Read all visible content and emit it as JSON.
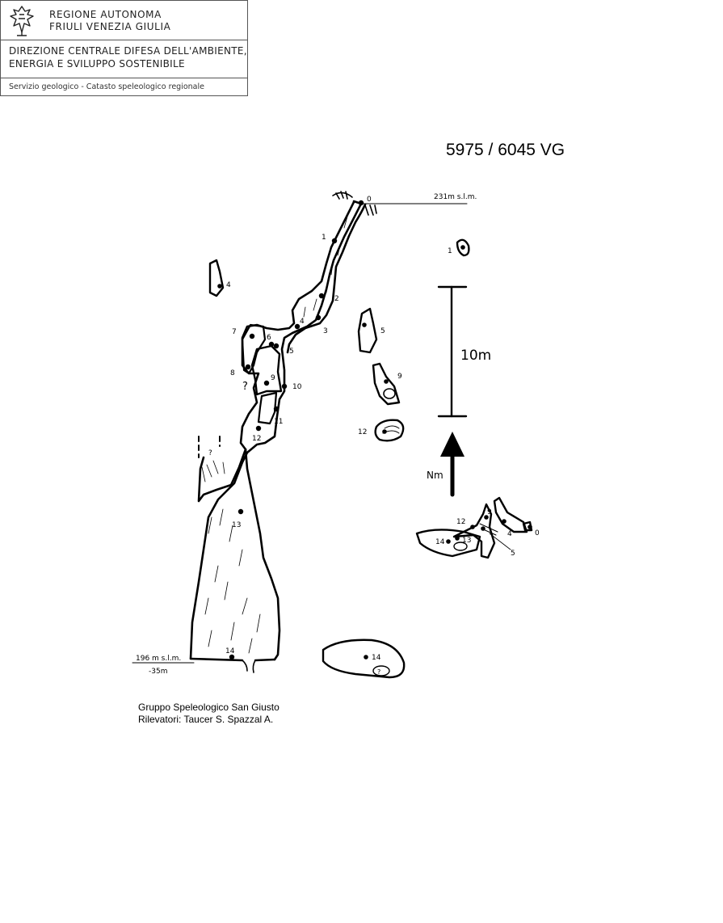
{
  "header": {
    "region_line1": "REGIONE AUTONOMA",
    "region_line2": "FRIULI VENEZIA GIULIA",
    "direction_line1": "DIREZIONE CENTRALE DIFESA DELL'AMBIENTE,",
    "direction_line2": "ENERGIA E SVILUPPO SOSTENIBILE",
    "service": "Servizio geologico - Catasto speleologico regionale",
    "logo_icon": "eagle-emblem-icon"
  },
  "survey": {
    "cave_code": "5975  / 6045 VG",
    "entrance_elevation": "231m s.l.m.",
    "bottom_elevation": "196 m s.l.m.",
    "bottom_depth": "-35m",
    "scale_label": "10m",
    "north_label": "Nm",
    "unknown_mark": "?",
    "section_stations": [
      "0",
      "1",
      "2",
      "3",
      "4",
      "5",
      "6",
      "7",
      "8",
      "9",
      "10",
      "11",
      "12",
      "13",
      "14"
    ],
    "cross_section_labels": [
      "1",
      "4",
      "5",
      "9",
      "12",
      "14"
    ],
    "plan_labels": [
      "12",
      "9",
      "14",
      "13",
      "4",
      "0",
      "5"
    ],
    "credits_group": "Gruppo Speleologico San Giusto",
    "credits_surveyors": "Rilevatori: Taucer S. Spazzal A."
  }
}
